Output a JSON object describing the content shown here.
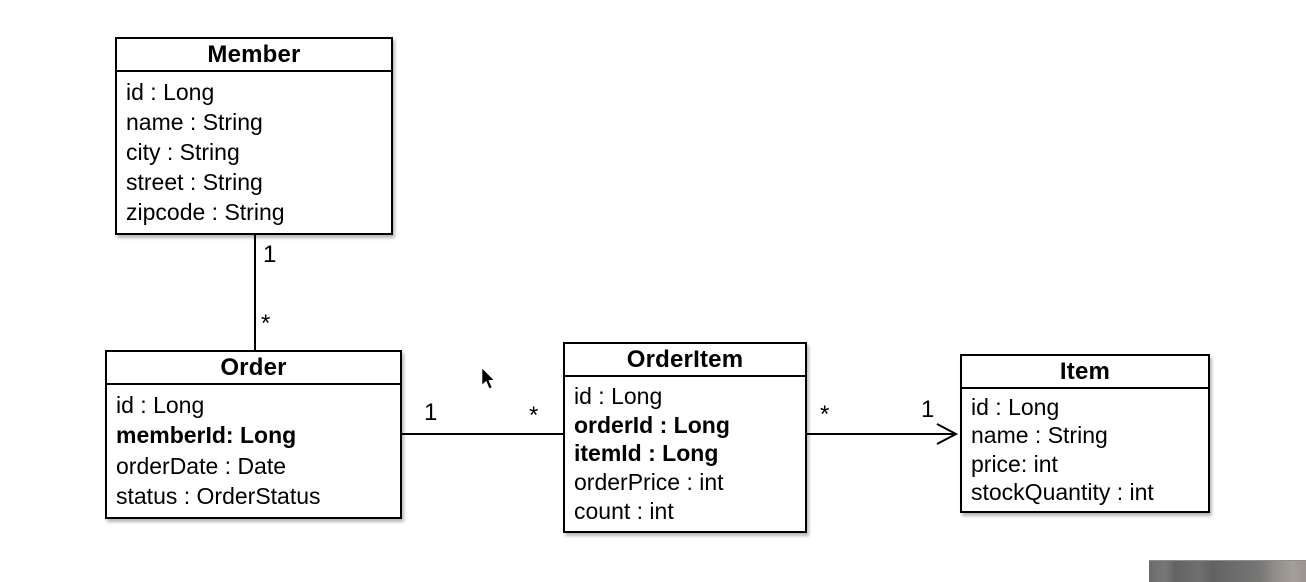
{
  "diagram": {
    "kind": "uml-class-diagram",
    "classes": [
      {
        "title": "Member",
        "attributes": [
          {
            "text": "id : Long",
            "bold": false
          },
          {
            "text": "name : String",
            "bold": false
          },
          {
            "text": "city : String",
            "bold": false
          },
          {
            "text": "street : String",
            "bold": false
          },
          {
            "text": "zipcode : String",
            "bold": false
          }
        ]
      },
      {
        "title": "Order",
        "attributes": [
          {
            "text": "id : Long",
            "bold": false
          },
          {
            "text": "memberId: Long",
            "bold": true
          },
          {
            "text": "orderDate : Date",
            "bold": false
          },
          {
            "text": "status : OrderStatus",
            "bold": false
          }
        ]
      },
      {
        "title": "OrderItem",
        "attributes": [
          {
            "text": "id : Long",
            "bold": false
          },
          {
            "text": "orderId : Long",
            "bold": true
          },
          {
            "text": "itemId : Long",
            "bold": true
          },
          {
            "text": "orderPrice : int",
            "bold": false
          },
          {
            "text": "count : int",
            "bold": false
          }
        ]
      },
      {
        "title": "Item",
        "attributes": [
          {
            "text": "id : Long",
            "bold": false
          },
          {
            "text": "name : String",
            "bold": false
          },
          {
            "text": "price: int",
            "bold": false
          },
          {
            "text": "stockQuantity : int",
            "bold": false
          }
        ]
      }
    ],
    "connectors": [
      {
        "from": "Member",
        "to": "Order",
        "from_multiplicity": "1",
        "to_multiplicity": "*",
        "arrow": false
      },
      {
        "from": "Order",
        "to": "OrderItem",
        "from_multiplicity": "1",
        "to_multiplicity": "*",
        "arrow": false
      },
      {
        "from": "OrderItem",
        "to": "Item",
        "from_multiplicity": "*",
        "to_multiplicity": "1",
        "arrow": true
      }
    ]
  },
  "colors": {
    "background": "#ffffff",
    "line": "#000000",
    "text": "#000000"
  }
}
